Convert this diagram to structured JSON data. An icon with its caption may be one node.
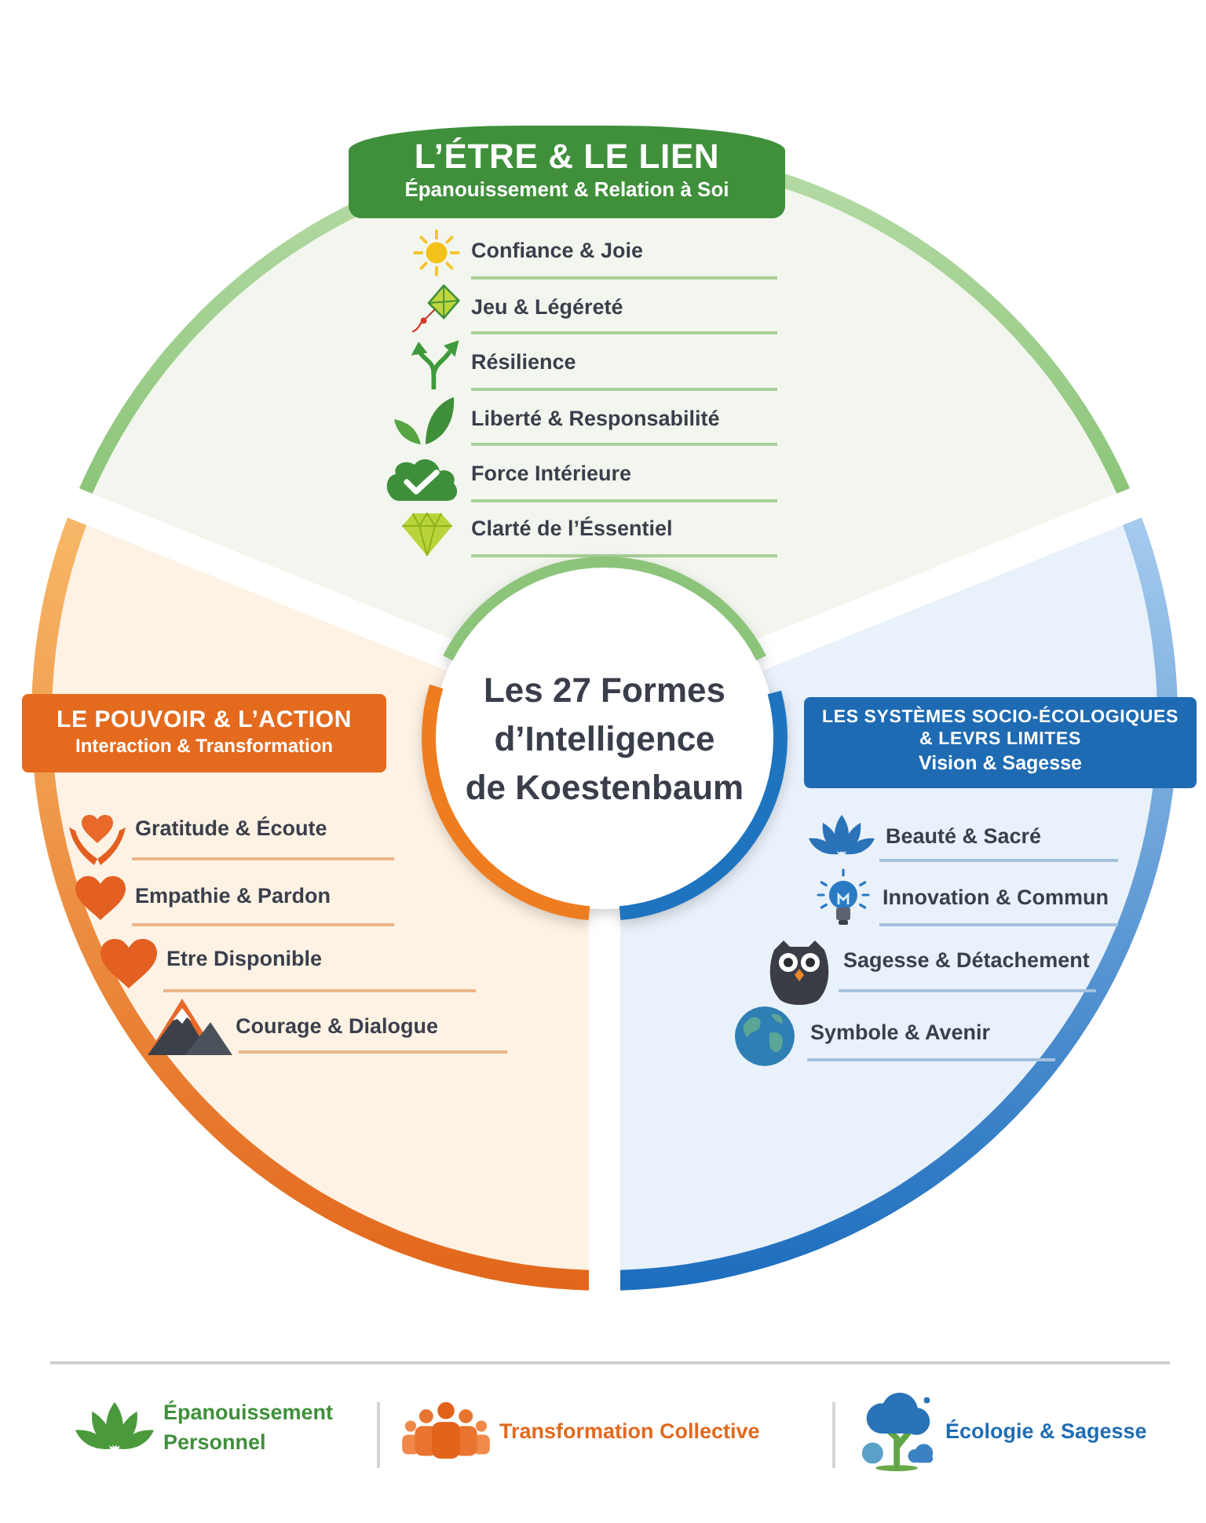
{
  "diagram": {
    "nodes": [
      {
        "text": [
          "L’ÉTRE & LE LIEN",
          "Épanouissement & Relation à Soi"
        ]
      },
      {
        "text": [
          "Confiance & Joie"
        ],
        "in": 0
      },
      {
        "text": [
          "Jeu & Légéreté"
        ],
        "in": 0
      },
      {
        "text": [
          "Résilience"
        ],
        "in": 0
      },
      {
        "text": [
          "Liberté & Responsabilité"
        ],
        "in": 0
      },
      {
        "text": [
          "Force Intérieure"
        ],
        "in": 0
      },
      {
        "text": [
          "Clarté de l’Éssentiel"
        ],
        "in": 0
      },
      {
        "text": [
          "Les 27 Formes d’Intelligence de Koestenbaum"
        ]
      },
      {
        "text": [
          "LE POUVOIR & L’ACTION",
          "Interaction & Transformation"
        ]
      },
      {
        "text": [
          "Gratitude & Écoute"
        ],
        "in": 8
      },
      {
        "text": [
          "Empathie & Pardon"
        ],
        "in": 8
      },
      {
        "text": [
          "Etre Disponible"
        ],
        "in": 8
      },
      {
        "text": [
          "Courage & Dialogue"
        ],
        "in": 8
      },
      {
        "text": [
          "LES SYSTÈMES SOCIO-ÉCOLOGIQUES & LEVRS LIMITES",
          "Vision & Sagesse"
        ]
      },
      {
        "text": [
          "Beauté & Sacré"
        ],
        "in": 13
      },
      {
        "text": [
          "Innovation & Commun"
        ],
        "in": 13
      },
      {
        "text": [
          "Sagesse & Détachement"
        ],
        "in": 13
      },
      {
        "text": [
          "Symbole & Avenir"
        ],
        "in": 13
      }
    ],
    "legend": [
      {
        "text": "Épanouissement Personnel"
      },
      {
        "text": "Transformation Collective"
      },
      {
        "text": "Écologie & Sagesse"
      }
    ]
  }
}
